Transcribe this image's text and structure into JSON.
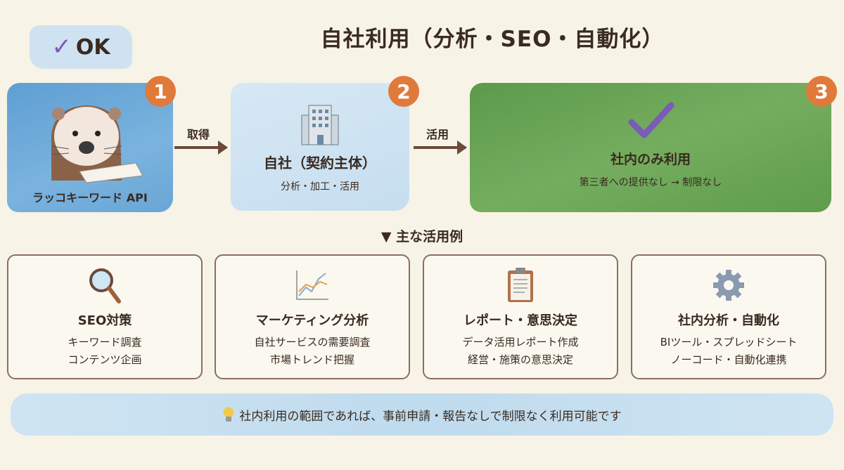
{
  "title": "自社利用（分析・SEO・自動化）",
  "ok_badge": {
    "check": "✓",
    "label": "OK"
  },
  "flow": [
    {
      "number": "1",
      "label": "ラッコキーワード API"
    },
    {
      "number": "2",
      "title": "自社（契約主体）",
      "subtitle": "分析・加工・活用"
    },
    {
      "number": "3",
      "title": "社内のみ利用",
      "subtitle": "第三者への提供なし → 制限なし"
    }
  ],
  "arrows": [
    "取得",
    "活用"
  ],
  "examples_heading": "▼ 主な活用例",
  "cards": [
    {
      "title": "SEO対策",
      "lines": [
        "キーワード調査",
        "コンテンツ企画"
      ]
    },
    {
      "title": "マーケティング分析",
      "lines": [
        "自社サービスの需要調査",
        "市場トレンド把握"
      ]
    },
    {
      "title": "レポート・意思決定",
      "lines": [
        "データ活用レポート作成",
        "経営・施策の意思決定"
      ]
    },
    {
      "title": "社内分析・自動化",
      "lines": [
        "BIツール・スプレッドシート",
        "ノーコード・自動化連携"
      ]
    }
  ],
  "banner": "社内利用の範囲であれば、事前申請・報告なしで制限なく利用可能です",
  "colors": {
    "badge": "#e07a3b",
    "check": "#7a5bb5",
    "text": "#3a2a20"
  }
}
